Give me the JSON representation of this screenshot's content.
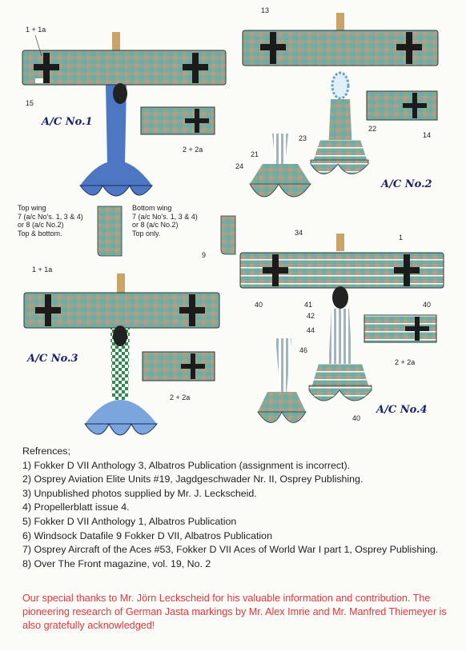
{
  "aircraft_labels": [
    "A/C No.1",
    "A/C No.2",
    "A/C No.3",
    "A/C No.4"
  ],
  "callouts": {
    "ac1_top": "1 + 1a",
    "ac1_left": "15",
    "ac1_side": "2 + 2a",
    "ac2_top": "13",
    "ac2_side": "14",
    "ac2_n22": "22",
    "ac2_n21": "21",
    "ac2_n23": "23",
    "ac2_n24": "24",
    "wing_9": "9",
    "ac3_top": "1 + 1a",
    "ac3_side": "2 + 2a",
    "ac4_n34": "34",
    "ac4_n1": "1",
    "ac4_n40a": "40",
    "ac4_n40b": "40",
    "ac4_n41": "41",
    "ac4_n42": "42",
    "ac4_n44": "44",
    "ac4_n46": "46",
    "ac4_side": "2 + 2a",
    "ac4_n40c": "40"
  },
  "wing_notes": {
    "top_wing": [
      "Top wing",
      "7 (a/c No's. 1, 3 & 4)",
      "or 8 (a/c No.2)",
      "Top & bottom."
    ],
    "bottom_wing": [
      "Bottom wing",
      "7 (a/c No's. 1, 3 & 4)",
      "or 8 (a/c No.2)",
      "Top only."
    ]
  },
  "references": {
    "heading": "Refrences;",
    "items": [
      "1) Fokker D VII Anthology 3, Albatros Publication (assignment is incorrect).",
      "2) Osprey Aviation Elite Units #19, Jagdgeschwader Nr. II, Osprey Publishing.",
      "3) Unpublished photos supplied by Mr. J. Leckscheid.",
      "4) Propellerblatt issue 4.",
      "5) Fokker D VII Anthology 1, Albatros Publication",
      "6) Windsock Datafile 9 Fokker D VII, Albatros Publication",
      "7) Osprey Aircraft of the Aces #53, Fokker D VII Aces of World War I part 1, Osprey Publishing.",
      "8) Over The Front magazine, vol. 19, No. 2"
    ]
  },
  "thanks": "Our special thanks to Mr. Jörn Leckscheid for his valuable information and contribution. The pioneering research of German Jasta markings by Mr. Alex Imrie and Mr. Manfred Thiemeyer is also gratefully acknowledged!",
  "colors": {
    "lozenge_green": "#7fae8a",
    "lozenge_pink": "#c9919a",
    "lozenge_blue": "#6fa1c6",
    "fuselage_blue": "#4d77c2",
    "light_blue": "#7aa6dd",
    "thanks_red": "#e4373f"
  }
}
